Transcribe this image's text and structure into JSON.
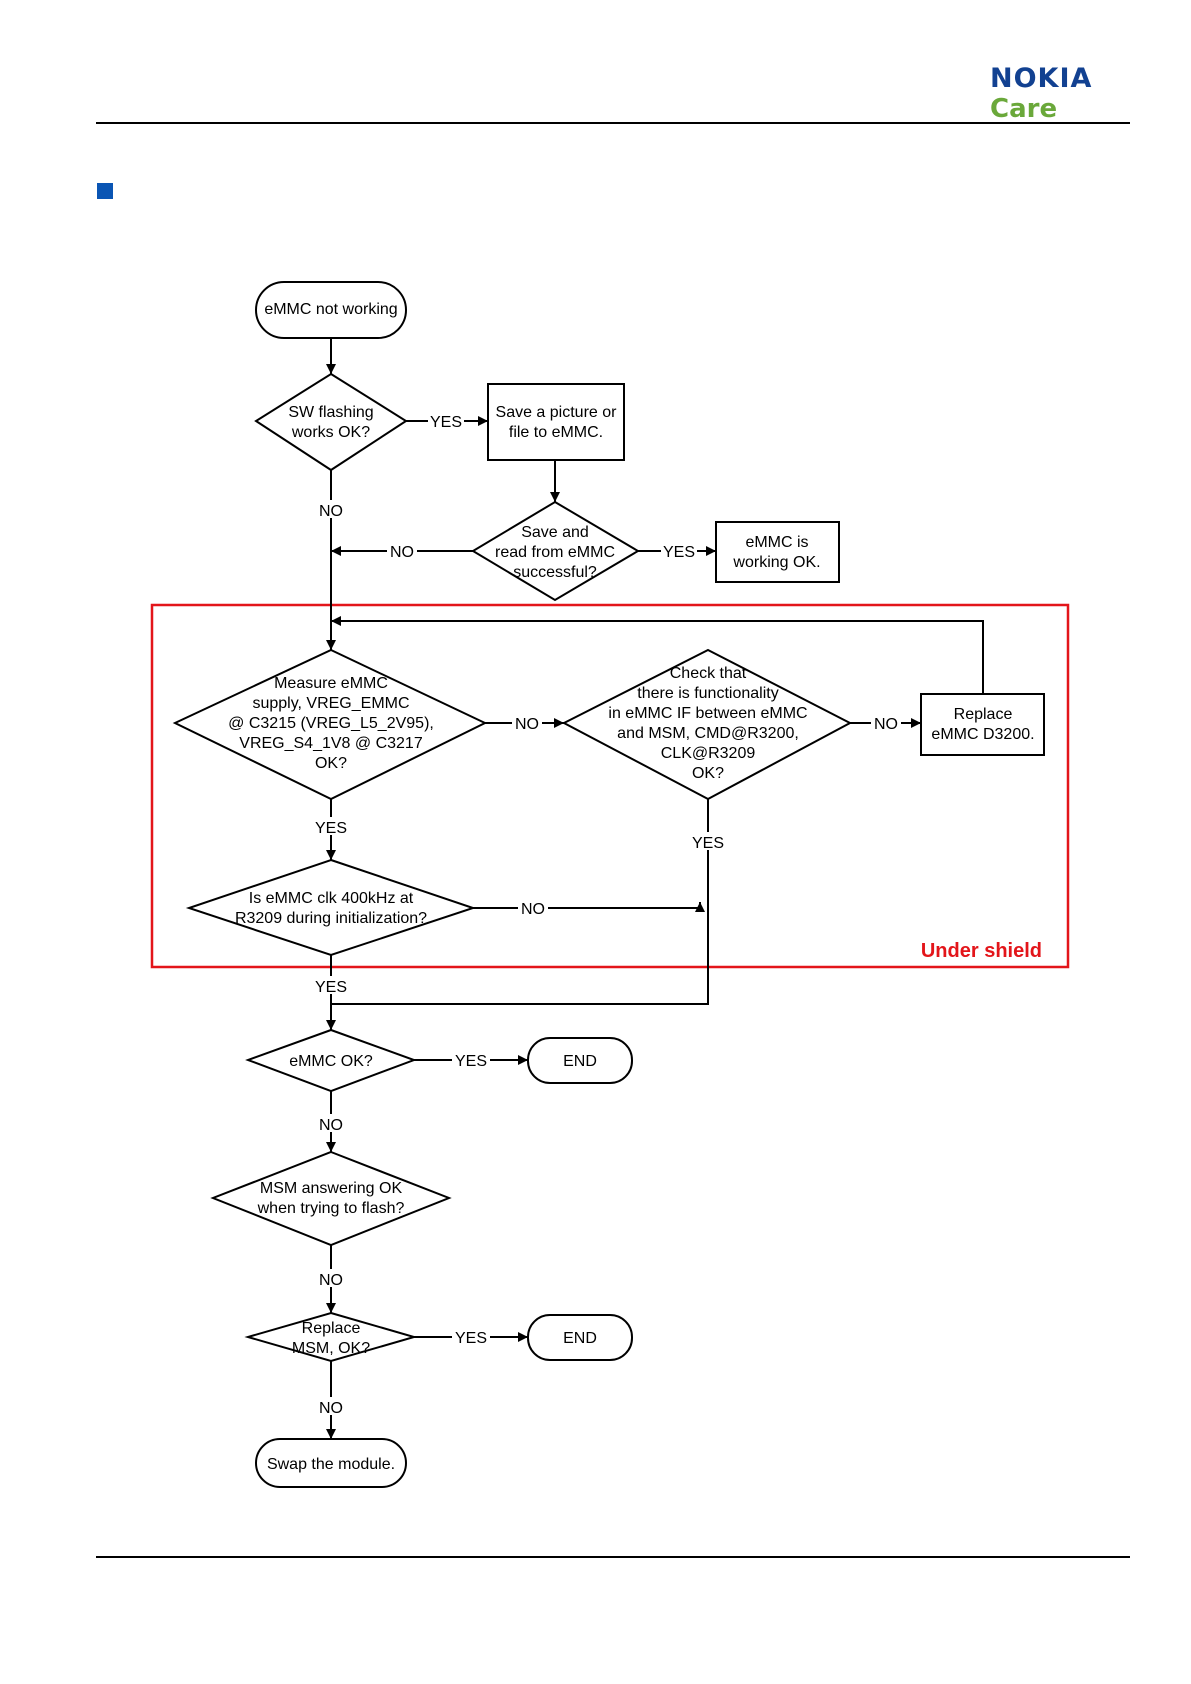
{
  "header": {
    "logo_brand": "NOKIA",
    "logo_sub": "Care",
    "brand_color": "#124191",
    "care_color": "#6aa83a",
    "bullet_color": "#0a55b4"
  },
  "colors": {
    "shield_border": "#e3151a",
    "shield_label": "#e3151a",
    "line": "#000000"
  },
  "flowchart": {
    "start": "eMMC not working",
    "sw_flashing": [
      "SW flashing",
      "works OK?"
    ],
    "save_picture": [
      "Save a picture or",
      "file to eMMC."
    ],
    "save_read": [
      "Save and",
      "read from eMMC",
      "successful?"
    ],
    "emmc_ok_box": [
      "eMMC is",
      "working OK."
    ],
    "measure": [
      "Measure eMMC",
      "supply, VREG_EMMC",
      "@ C3215 (VREG_L5_2V95),",
      "VREG_S4_1V8 @ C3217",
      "OK?"
    ],
    "check_if": [
      "Check that",
      "there is functionality",
      "in eMMC IF between eMMC",
      "and MSM, CMD@R3200,",
      "CLK@R3209",
      "OK?"
    ],
    "replace_emmc": [
      "Replace",
      "eMMC D3200."
    ],
    "clk_check": [
      "Is eMMC clk 400kHz at",
      "R3209 during initialization?"
    ],
    "emmc_ok_q": "eMMC OK?",
    "end1": "END",
    "msm_answer": [
      "MSM answering OK",
      "when trying to flash?"
    ],
    "replace_msm": [
      "Replace",
      "MSM, OK?"
    ],
    "end2": "END",
    "swap": "Swap the module.",
    "shield_label": "Under shield",
    "yes": "YES",
    "no": "NO"
  }
}
